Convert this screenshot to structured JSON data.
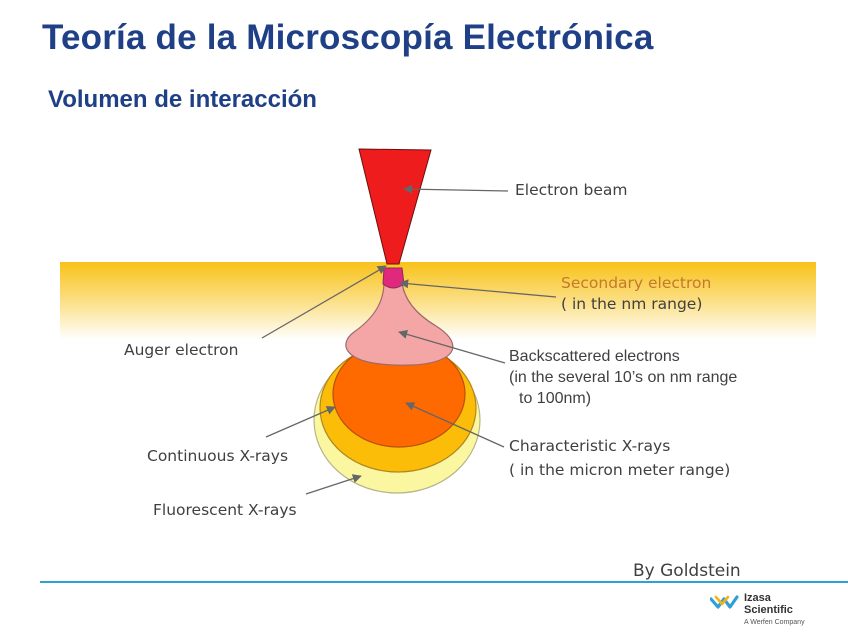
{
  "header": {
    "title": "Teoría de la Microscopía Electrónica",
    "subtitle": "Volumen de interacción"
  },
  "labels": {
    "electron_beam": "Electron beam",
    "secondary_line1": "Secondary electron",
    "secondary_line2": "( in the nm range)",
    "auger": "Auger electron",
    "backscattered_line1": "Backscattered electrons",
    "backscattered_line2": "(in the several 10’s on nm range",
    "backscattered_line3": "to 100nm)",
    "characteristic_line1": "Characteristic X-rays",
    "characteristic_line2": "( in the micron meter range)",
    "continuous": "Continuous X-rays",
    "fluorescent": "Fluorescent X-rays"
  },
  "footer": {
    "credit": "By Goldstein",
    "logo_line1": "Izasa",
    "logo_line2": "Scientific",
    "logo_tagline": "A Werfen Company"
  },
  "colors": {
    "title": "#1f3f86",
    "beam": "#ee1c1c",
    "surface_gold": "#f8c21a",
    "secondary_zone": "#e0287c",
    "backscatter_zone": "#f4a6a6",
    "characteristic_zone": "#ff6a00",
    "continuous_zone": "#fbbd08",
    "fluorescent_zone": "#fbf7a0",
    "footer_rule": "#2f9fd8"
  }
}
